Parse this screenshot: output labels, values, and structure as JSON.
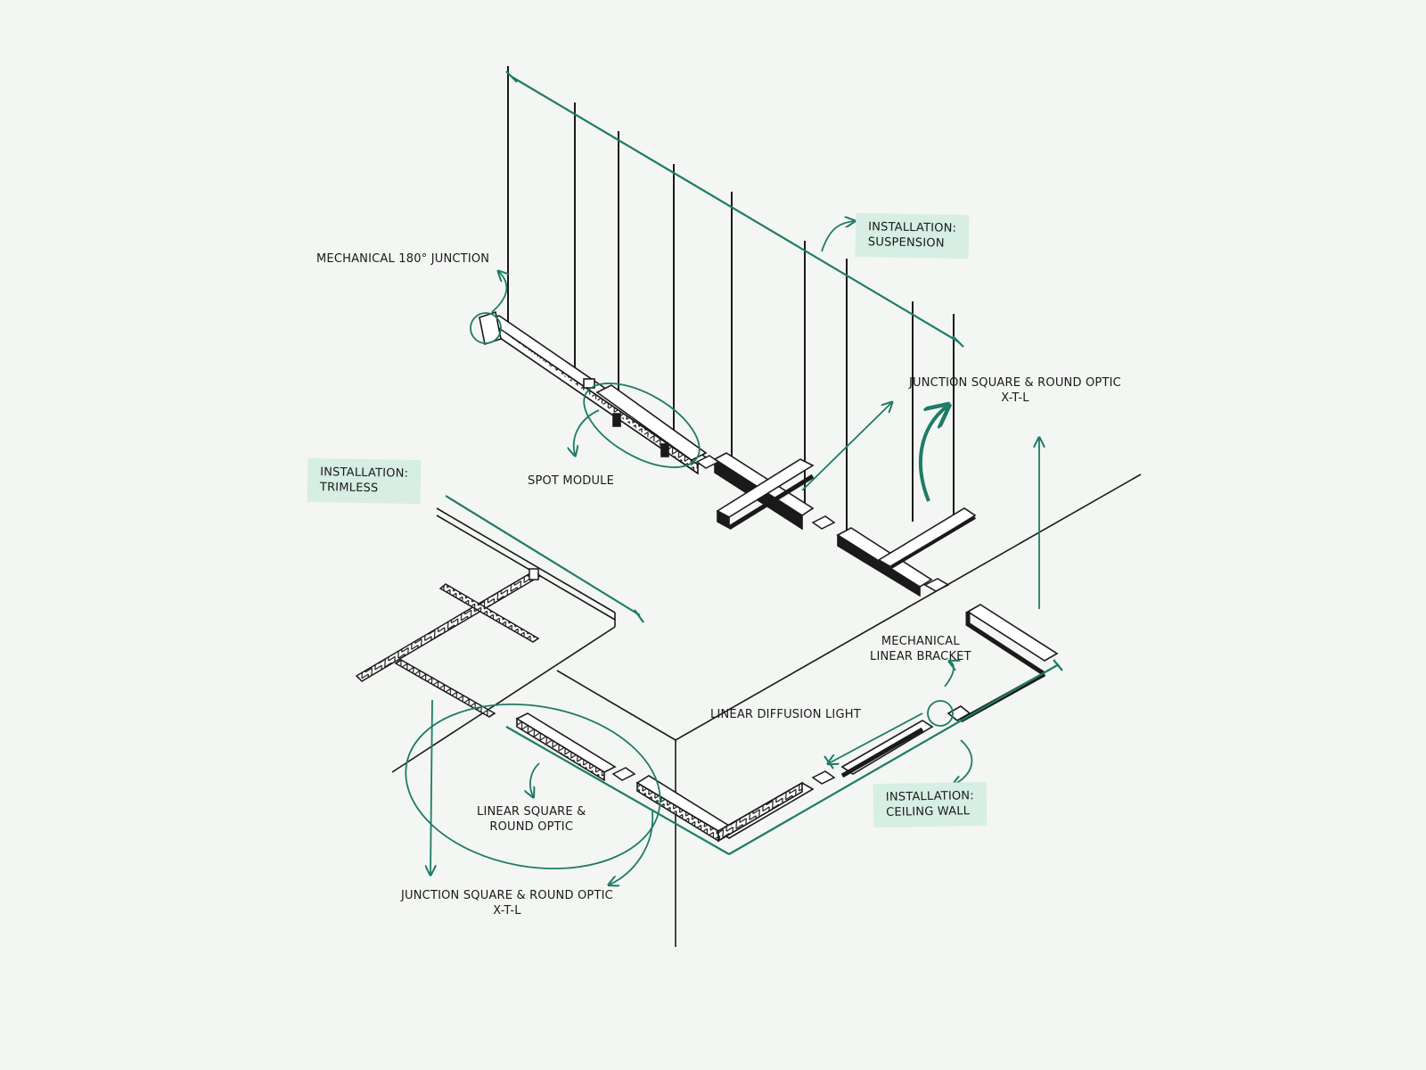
{
  "labels": {
    "mechanical_180_junction": "MECHANICAL 180° JUNCTION",
    "spot_module": "SPOT MODULE",
    "junction_top_line1": "JUNCTION SQUARE & ROUND OPTIC",
    "junction_top_line2": "X-T-L",
    "mechanical_bracket_line1": "MECHANICAL",
    "mechanical_bracket_line2": "LINEAR BRACKET",
    "linear_diffusion": "LINEAR DIFFUSION LIGHT",
    "linear_square_line1": "LINEAR SQUARE &",
    "linear_square_line2": "ROUND OPTIC",
    "junction_bottom_line1": "JUNCTION SQUARE & ROUND OPTIC",
    "junction_bottom_line2": "X-T-L"
  },
  "tags": {
    "suspension_line1": "INSTALLATION:",
    "suspension_line2": "SUSPENSION",
    "trimless_line1": "INSTALLATION:",
    "trimless_line2": "TRIMLESS",
    "ceiling_line1": "INSTALLATION:",
    "ceiling_line2": "CEILING WALL"
  },
  "colors": {
    "background": "#f3f6f2",
    "accent": "#1e7b68",
    "tag_fill": "#d6eee4",
    "line": "#1a1a1a"
  }
}
